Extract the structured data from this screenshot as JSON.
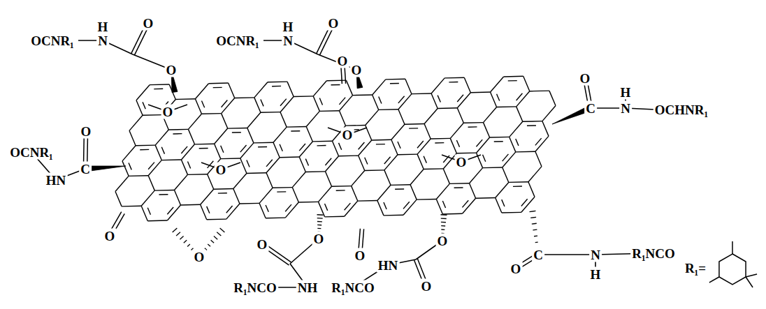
{
  "diagram": {
    "labels": [
      "H",
      "O",
      "H",
      "O",
      "OCNR₁",
      "N",
      "OCNR₁",
      "N",
      "O",
      "O",
      "O",
      "O",
      "H",
      "C",
      "N",
      "OCHNR₁",
      "O",
      "O",
      "O",
      "OCNR₁",
      "O",
      "C",
      "O",
      "HN",
      "O",
      "O",
      "O",
      "O",
      "O",
      "C",
      "N",
      "R₁NCO",
      "O",
      "HN",
      "O",
      "R₁=",
      "H",
      "O",
      "R₁NCO",
      "NH",
      "R₁NCO"
    ]
  }
}
